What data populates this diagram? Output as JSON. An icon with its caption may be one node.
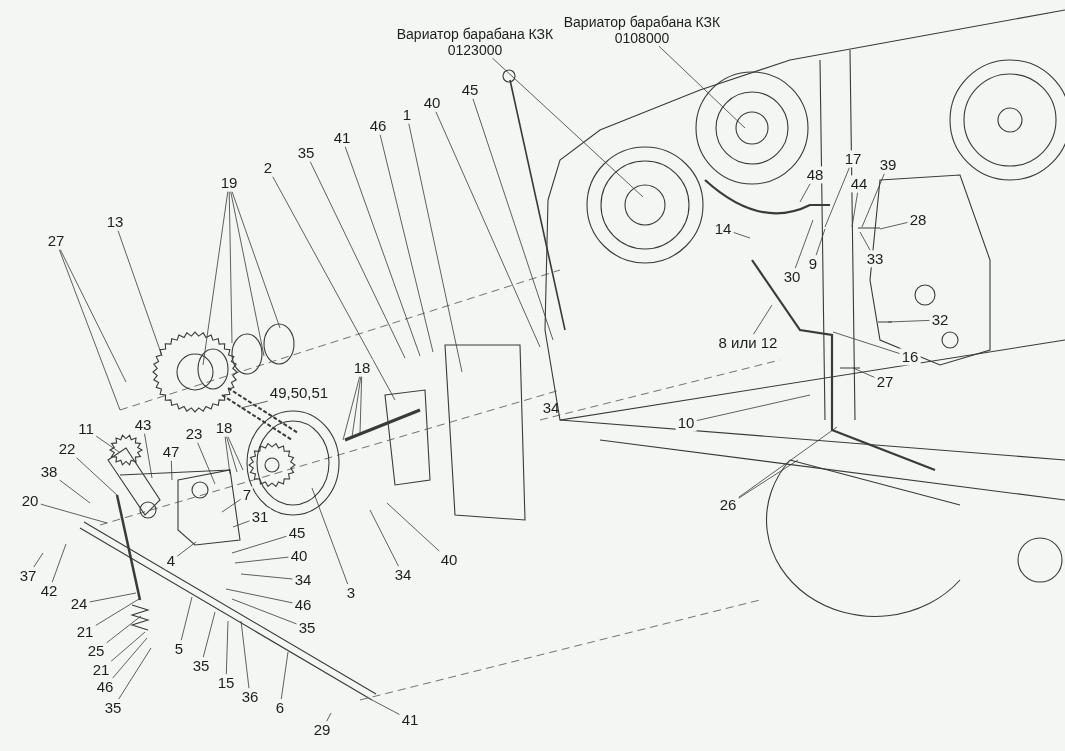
{
  "diagram": {
    "nodes": [
      {
        "text": [
          "Вариатор барабана КЗК 0108000"
        ]
      },
      {
        "text": [
          "Вариатор барабана КЗК 0123000"
        ]
      },
      {
        "text": [
          "45"
        ]
      },
      {
        "text": [
          "40"
        ]
      },
      {
        "text": [
          "1"
        ]
      },
      {
        "text": [
          "46"
        ]
      },
      {
        "text": [
          "41"
        ]
      },
      {
        "text": [
          "35"
        ]
      },
      {
        "text": [
          "17"
        ]
      },
      {
        "text": [
          "39"
        ]
      },
      {
        "text": [
          "2"
        ]
      },
      {
        "text": [
          "48"
        ]
      },
      {
        "text": [
          "44"
        ]
      },
      {
        "text": [
          "19"
        ]
      },
      {
        "text": [
          "28"
        ]
      },
      {
        "text": [
          "13"
        ]
      },
      {
        "text": [
          "14"
        ]
      },
      {
        "text": [
          "27"
        ]
      },
      {
        "text": [
          "33"
        ]
      },
      {
        "text": [
          "9"
        ]
      },
      {
        "text": [
          "30"
        ]
      },
      {
        "text": [
          "32"
        ]
      },
      {
        "text": [
          "8 или 12"
        ]
      },
      {
        "text": [
          "16"
        ]
      },
      {
        "text": [
          "18"
        ]
      },
      {
        "text": [
          "27"
        ]
      },
      {
        "text": [
          "49,50,51"
        ]
      },
      {
        "text": [
          "10"
        ]
      },
      {
        "text": [
          "43"
        ]
      },
      {
        "text": [
          "18"
        ]
      },
      {
        "text": [
          "11"
        ]
      },
      {
        "text": [
          "23"
        ]
      },
      {
        "text": [
          "22"
        ]
      },
      {
        "text": [
          "47"
        ]
      },
      {
        "text": [
          "38"
        ]
      },
      {
        "text": [
          "7"
        ]
      },
      {
        "text": [
          "20"
        ]
      },
      {
        "text": [
          "26"
        ]
      },
      {
        "text": [
          "31"
        ]
      },
      {
        "text": [
          "45"
        ]
      },
      {
        "text": [
          "40"
        ]
      },
      {
        "text": [
          "40"
        ]
      },
      {
        "text": [
          "4"
        ]
      },
      {
        "text": [
          "37"
        ]
      },
      {
        "text": [
          "34"
        ]
      },
      {
        "text": [
          "34"
        ]
      },
      {
        "text": [
          "42"
        ]
      },
      {
        "text": [
          "3"
        ]
      },
      {
        "text": [
          "24"
        ]
      },
      {
        "text": [
          "46"
        ]
      },
      {
        "text": [
          "35"
        ]
      },
      {
        "text": [
          "21"
        ]
      },
      {
        "text": [
          "5"
        ]
      },
      {
        "text": [
          "25"
        ]
      },
      {
        "text": [
          "35"
        ]
      },
      {
        "text": [
          "21"
        ]
      },
      {
        "text": [
          "15"
        ]
      },
      {
        "text": [
          "46"
        ]
      },
      {
        "text": [
          "36"
        ]
      },
      {
        "text": [
          "6"
        ]
      },
      {
        "text": [
          "35"
        ]
      },
      {
        "text": [
          "41"
        ]
      },
      {
        "text": [
          "29"
        ]
      }
    ],
    "edges": [
      {
        "from": 0,
        "to": null,
        "arrow": "none"
      },
      {
        "from": 1,
        "to": null,
        "arrow": "none"
      },
      {
        "from": 2,
        "to": null,
        "arrow": "none"
      },
      {
        "from": 3,
        "to": null,
        "arrow": "none"
      },
      {
        "from": 4,
        "to": null,
        "arrow": "none"
      },
      {
        "from": 5,
        "to": null,
        "arrow": "none"
      },
      {
        "from": 6,
        "to": null,
        "arrow": "none"
      },
      {
        "from": 7,
        "to": null,
        "arrow": "none"
      },
      {
        "from": 8,
        "to": null,
        "arrow": "none"
      },
      {
        "from": 9,
        "to": null,
        "arrow": "none"
      },
      {
        "from": 10,
        "to": null,
        "arrow": "none"
      },
      {
        "from": 11,
        "to": null,
        "arrow": "none"
      },
      {
        "from": 12,
        "to": null,
        "arrow": "none"
      },
      {
        "from": 13,
        "to": null,
        "arrow": "none"
      },
      {
        "from": 13,
        "to": null,
        "arrow": "none"
      },
      {
        "from": 13,
        "to": null,
        "arrow": "none"
      },
      {
        "from": 13,
        "to": null,
        "arrow": "none"
      },
      {
        "from": 14,
        "to": null,
        "arrow": "none"
      },
      {
        "from": 15,
        "to": null,
        "arrow": "none"
      },
      {
        "from": 16,
        "to": null,
        "arrow": "none"
      },
      {
        "from": 17,
        "to": null,
        "arrow": "none"
      },
      {
        "from": 17,
        "to": null,
        "arrow": "none"
      },
      {
        "from": 18,
        "to": null,
        "arrow": "none"
      },
      {
        "from": 19,
        "to": null,
        "arrow": "none"
      },
      {
        "from": 20,
        "to": null,
        "arrow": "none"
      },
      {
        "from": 21,
        "to": null,
        "arrow": "none"
      },
      {
        "from": 22,
        "to": null,
        "arrow": "none"
      },
      {
        "from": 23,
        "to": null,
        "arrow": "none"
      },
      {
        "from": 24,
        "to": null,
        "arrow": "none"
      },
      {
        "from": 24,
        "to": null,
        "arrow": "none"
      },
      {
        "from": 24,
        "to": null,
        "arrow": "none"
      },
      {
        "from": 25,
        "to": null,
        "arrow": "none"
      },
      {
        "from": 26,
        "to": null,
        "arrow": "none"
      },
      {
        "from": 27,
        "to": null,
        "arrow": "none"
      },
      {
        "from": 28,
        "to": null,
        "arrow": "none"
      },
      {
        "from": 29,
        "to": null,
        "arrow": "none"
      },
      {
        "from": 29,
        "to": null,
        "arrow": "none"
      },
      {
        "from": 29,
        "to": null,
        "arrow": "none"
      },
      {
        "from": 30,
        "to": null,
        "arrow": "none"
      },
      {
        "from": 31,
        "to": null,
        "arrow": "none"
      },
      {
        "from": 32,
        "to": null,
        "arrow": "none"
      },
      {
        "from": 33,
        "to": null,
        "arrow": "none"
      },
      {
        "from": 34,
        "to": null,
        "arrow": "none"
      },
      {
        "from": 35,
        "to": null,
        "arrow": "none"
      },
      {
        "from": 36,
        "to": null,
        "arrow": "none"
      },
      {
        "from": 37,
        "to": null,
        "arrow": "none"
      },
      {
        "from": 37,
        "to": null,
        "arrow": "none"
      },
      {
        "from": 38,
        "to": null,
        "arrow": "none"
      },
      {
        "from": 39,
        "to": null,
        "arrow": "none"
      },
      {
        "from": 40,
        "to": null,
        "arrow": "none"
      },
      {
        "from": 41,
        "to": null,
        "arrow": "none"
      },
      {
        "from": 42,
        "to": null,
        "arrow": "none"
      },
      {
        "from": 43,
        "to": null,
        "arrow": "none"
      },
      {
        "from": 44,
        "to": null,
        "arrow": "none"
      },
      {
        "from": 45,
        "to": null,
        "arrow": "none"
      },
      {
        "from": 46,
        "to": null,
        "arrow": "none"
      },
      {
        "from": 47,
        "to": null,
        "arrow": "none"
      },
      {
        "from": 48,
        "to": null,
        "arrow": "none"
      },
      {
        "from": 49,
        "to": null,
        "arrow": "none"
      },
      {
        "from": 50,
        "to": null,
        "arrow": "none"
      },
      {
        "from": 51,
        "to": null,
        "arrow": "none"
      },
      {
        "from": 52,
        "to": null,
        "arrow": "none"
      },
      {
        "from": 53,
        "to": null,
        "arrow": "none"
      },
      {
        "from": 54,
        "to": null,
        "arrow": "none"
      },
      {
        "from": 55,
        "to": null,
        "arrow": "none"
      },
      {
        "from": 56,
        "to": null,
        "arrow": "none"
      },
      {
        "from": 57,
        "to": null,
        "arrow": "none"
      },
      {
        "from": 58,
        "to": null,
        "arrow": "none"
      },
      {
        "from": 59,
        "to": null,
        "arrow": "none"
      },
      {
        "from": 60,
        "to": null,
        "arrow": "none"
      },
      {
        "from": 61,
        "to": null,
        "arrow": "none"
      },
      {
        "from": 62,
        "to": null,
        "arrow": "none"
      }
    ],
    "labels": [
      "34"
    ]
  }
}
